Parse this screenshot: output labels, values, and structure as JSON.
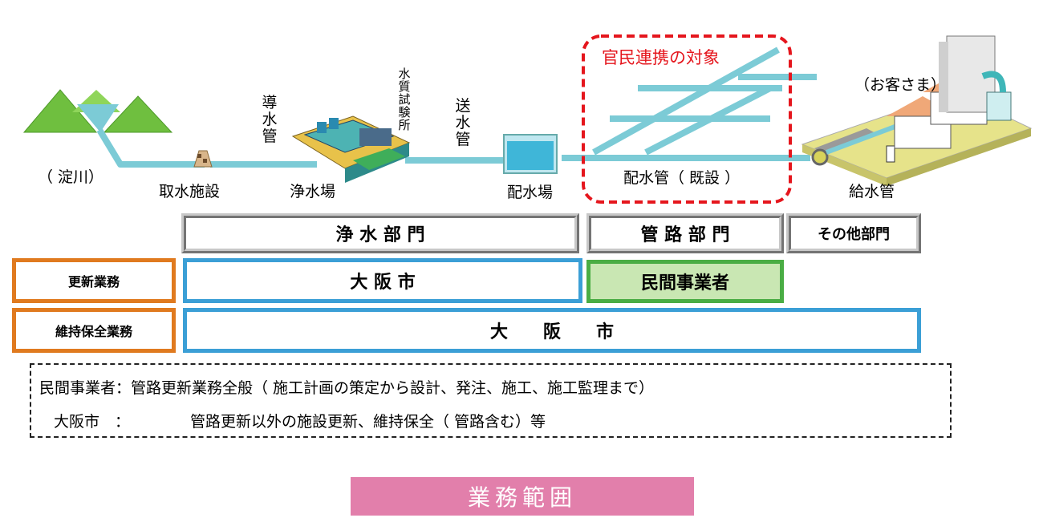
{
  "diagram": {
    "highlight_label": "官民連携の対象",
    "labels": {
      "river": "（ 淀川）",
      "intake": "取水施設",
      "conveyance_pipe": "導水管",
      "purification_plant": "浄水場",
      "water_quality_lab": "水質試験所",
      "transmission_pipe": "送水管",
      "distribution_reservoir": "配水場",
      "distribution_pipe": "配水管（ 既設 ）",
      "service_pipe": "給水管",
      "customers": "（お客さま）"
    },
    "colors": {
      "pipe": "#7ccbd6",
      "highlight": "#e5161d",
      "mountain": "#6fbf3f",
      "orange_border": "#e07a1f",
      "blue_border": "#3b9fd6",
      "green_border": "#4aad44",
      "green_fill": "#c9e7b3",
      "footer": "#e27fab"
    }
  },
  "table": {
    "departments": [
      "浄 水 部 門",
      "管 路 部 門",
      "その他部門"
    ],
    "rows": [
      {
        "label": "更新業務",
        "cells": [
          "大 阪 市",
          "民間事業者"
        ]
      },
      {
        "label": "維持保全業務",
        "cells": [
          "大　　阪　　市"
        ]
      }
    ]
  },
  "notes": [
    {
      "who": "民間事業者：",
      "what": "管路更新業務全般（ 施工計画の策定から設計、発注、施工、施工監理まで）"
    },
    {
      "who": "大阪市　：",
      "what": "管路更新以外の施設更新、維持保全（ 管路含む）等"
    }
  ],
  "footer": {
    "title": "業務範囲"
  }
}
